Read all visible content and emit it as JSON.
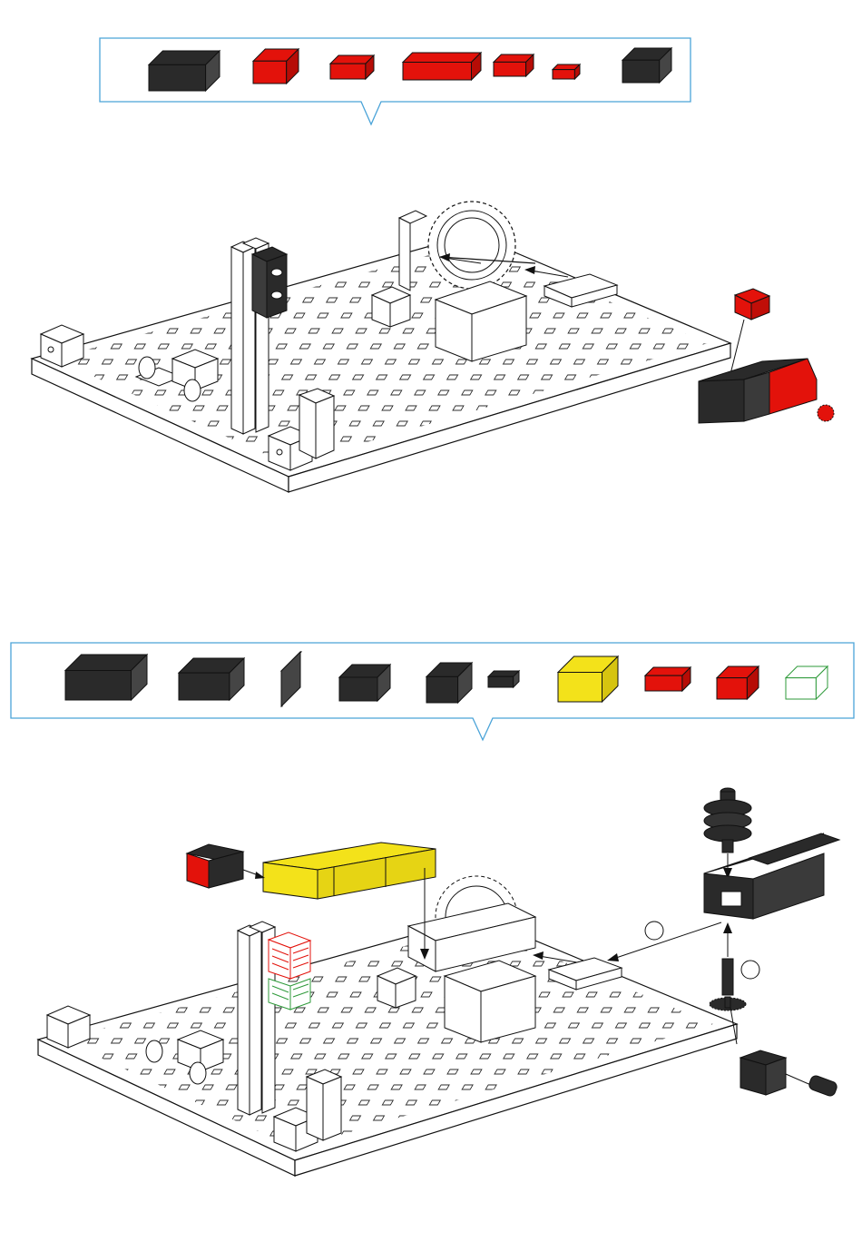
{
  "colors": {
    "callout_border": "#4aa3d8",
    "dark_part": "#2a2a2a",
    "red_part": "#e3120b",
    "yellow_part": "#f3e21a",
    "green_part": "#2e9a3a",
    "outline": "#111111",
    "baseplate": "#ffffff"
  },
  "step1": {
    "parts": [
      {
        "name": "building-block-30-dark",
        "color": "dark"
      },
      {
        "name": "building-block-15-red",
        "color": "red"
      },
      {
        "name": "building-plate-15-red",
        "color": "red"
      },
      {
        "name": "angle-block-red",
        "color": "red"
      },
      {
        "name": "lever-red",
        "color": "red"
      },
      {
        "name": "gear-wheel-small-red",
        "color": "red"
      },
      {
        "name": "lamp-socket-dark",
        "color": "dark"
      }
    ]
  },
  "step2": {
    "parts": [
      {
        "name": "motor-dark",
        "color": "dark"
      },
      {
        "name": "gearbox-dark",
        "color": "dark"
      },
      {
        "name": "axle-with-gear",
        "color": "dark"
      },
      {
        "name": "worm-gear-hub",
        "color": "dark"
      },
      {
        "name": "building-block-15-dark",
        "color": "dark"
      },
      {
        "name": "clip-sleeve-dark",
        "color": "dark"
      },
      {
        "name": "angle-bracket-yellow",
        "color": "yellow"
      },
      {
        "name": "building-plate-red",
        "color": "red"
      },
      {
        "name": "heat-sink-red",
        "color": "red"
      },
      {
        "name": "heat-sink-green",
        "color": "green"
      }
    ]
  }
}
